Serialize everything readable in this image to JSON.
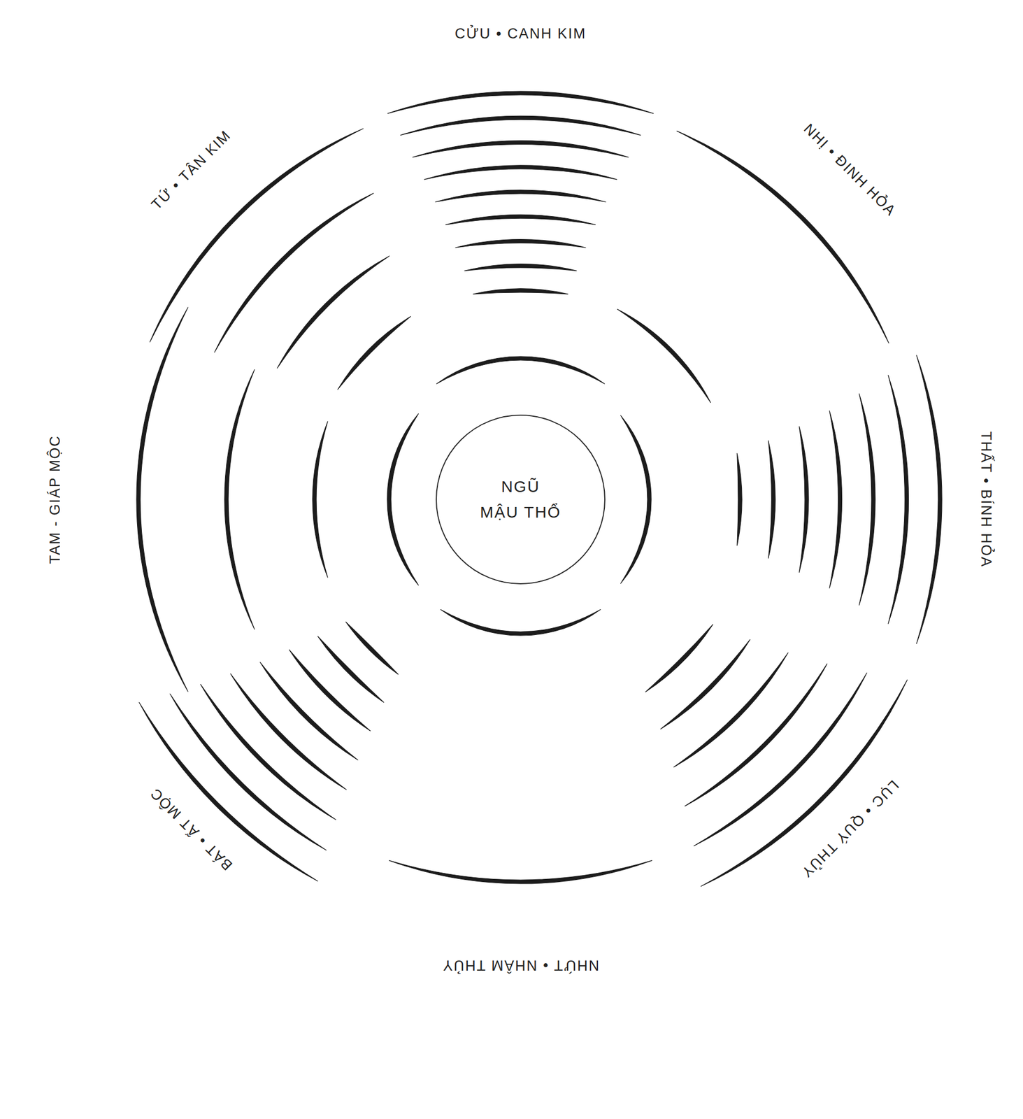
{
  "diagram": {
    "nodes": [
      {
        "text": [
          "NGŨ",
          "MẬU THỔ"
        ]
      }
    ],
    "labels": [
      "CỬU • CANH KIM",
      "NHỊ • ĐINH HỎA",
      "THẤT • BÍNH HỎA",
      "LỤC • QUÝ THỦY",
      "NHỨT • NHÂM THỦY",
      "BÁT • ẤT MỘC",
      "TAM - GIÁP MỘC",
      "TỨ • TÂN KIM"
    ]
  }
}
